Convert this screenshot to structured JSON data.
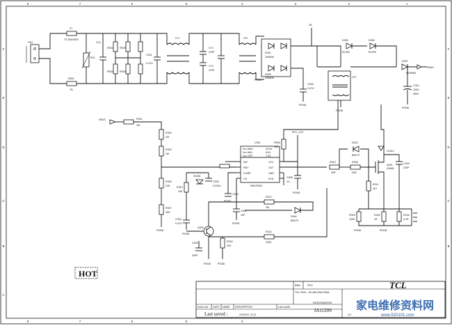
{
  "border": {
    "cols": [
      "8",
      "7",
      "6",
      "5",
      "4",
      "3",
      "2",
      "1"
    ],
    "rows": [
      "F",
      "E",
      "D",
      "C",
      "B",
      "A"
    ]
  },
  "nets": {
    "vbus": "VBUS",
    "va": "VA",
    "pfc_vcc": "PFC_VCC"
  },
  "ground_label": "PGND",
  "hot_label": "HOT",
  "components": {
    "cn1": "CN1",
    "f1": "F1",
    "f1_value": "T3.15A/250V",
    "rv1": "RV1",
    "rv1_value": "7N",
    "rs": "R501",
    "c_x1": "CX1",
    "r_bleed": [
      "R501",
      "R502",
      "R503",
      "R504"
    ],
    "lf1": "LF1",
    "lf2": "LF2",
    "cy1": "CY1",
    "cy1_value": "470P",
    "cy2": "CY2",
    "cy2_value": "470P",
    "c_x2": "C301",
    "c_x2_value": "0.47U",
    "bridge_diodes": [
      "D301",
      "D302",
      "D303",
      "D304"
    ],
    "bridge_value": "1N5406",
    "c306": "C306",
    "c306_value": "0.47U",
    "lp1": "LP1",
    "d305": "D305",
    "d305_value": "RL205",
    "d306": "D306",
    "d306_value": "RL205",
    "d307": "D307",
    "d307_value": "MUR460",
    "c_bulk": "C310",
    "c_bulk_value": "100U",
    "c_bulk_volt": "450V",
    "r301": "R301",
    "r301_value": "1M",
    "r304": "R304",
    "r304_value": "1M",
    "r303": "R303",
    "r303_value": "1M",
    "r305": "R305",
    "r305_value": "24K",
    "r307": "R307",
    "r307_value": "1K5",
    "u301": "U301",
    "u301_part": "FAN7930C",
    "u301_pins_left": [
      "INV",
      "RDY",
      "COMP",
      "CS"
    ],
    "u301_pins_right": [
      "VCC",
      "OUT",
      "GND",
      "ZCD"
    ],
    "u301_notes": [
      "Vcc MAX",
      "Vcc MIN",
      "Vcc OFF"
    ],
    "u301_notes_val": [
      "20.0V",
      "8.0V",
      "7.5V"
    ],
    "r306": "R306",
    "r306_value": "33K",
    "c308": "C308",
    "c308_value": "1U",
    "r310": "R310",
    "r310_value": "10K",
    "c305": "C305",
    "c305_value": "0.022U",
    "c303": "C303",
    "c303_value": "0.47U",
    "c304": "C304",
    "c304_value": "0.47U",
    "zd301": "ZD301",
    "c_comp": "C302",
    "c_comp_value": "10P",
    "q302": "Q302",
    "r312": "R312",
    "r312_value": "2M",
    "c309": "C309",
    "c309_value": "330P",
    "r315": "R315",
    "r315_value": "2K2",
    "r314": "R314",
    "r314_value": "100K",
    "d304b": "D304",
    "d304b_value": "BAV70",
    "r313": "R313",
    "r313_value": "20R",
    "d302": "D302",
    "d302_value": "BAV70",
    "r308": "R308",
    "r308_value": "20R",
    "r309": "R309",
    "r309_value": "100K",
    "q301": "Q301",
    "q301_part": "20N60",
    "ld314": "LD314",
    "r311": "R311",
    "r311_value": "4K7",
    "c316": "C316",
    "c316_value": "220P",
    "r302": "R302",
    "r302_value": "1R",
    "r318": "R318",
    "r318_value": "0.1R"
  },
  "title_block": {
    "ebu_label": "EBU",
    "ebu_value": "PFC",
    "doc_code": "TCL R03 - 40-AE1206-PWA",
    "col_headers": [
      "Entry Lab",
      "DATE",
      "NAME",
      "DESCRIPTION",
      "Last modif."
    ],
    "designation_label": "DESIGNATION",
    "designation_value": "IA1120S",
    "last_saved_label": "Last saved :",
    "last_saved_value": "2/1/2012, 11:11",
    "rev": "1/1",
    "logo": "TCL",
    "watermark_cn": "家电维修资料网",
    "watermark_url": "www.520101.com"
  }
}
